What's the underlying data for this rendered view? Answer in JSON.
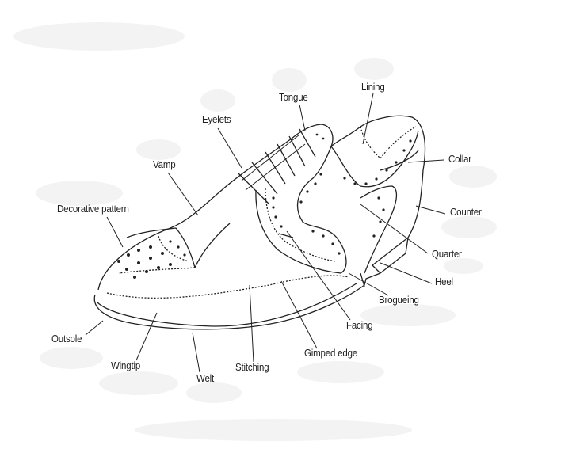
{
  "title": "Parts of a brogue shoe",
  "labels": {
    "tongue": "Tongue",
    "lining": "Lining",
    "eyelets": "Eyelets",
    "vamp": "Vamp",
    "collar": "Collar",
    "counter": "Counter",
    "decorative_pattern": "Decorative pattern",
    "quarter": "Quarter",
    "heel": "Heel",
    "brogueing": "Brogueing",
    "facing": "Facing",
    "outsole": "Outsole",
    "gimped_edge": "Gimped edge",
    "wingtip": "Wingtip",
    "stitching": "Stitching",
    "welt": "Welt"
  },
  "colors": {
    "line": "#222222",
    "smudge": "#f2f2f2"
  }
}
